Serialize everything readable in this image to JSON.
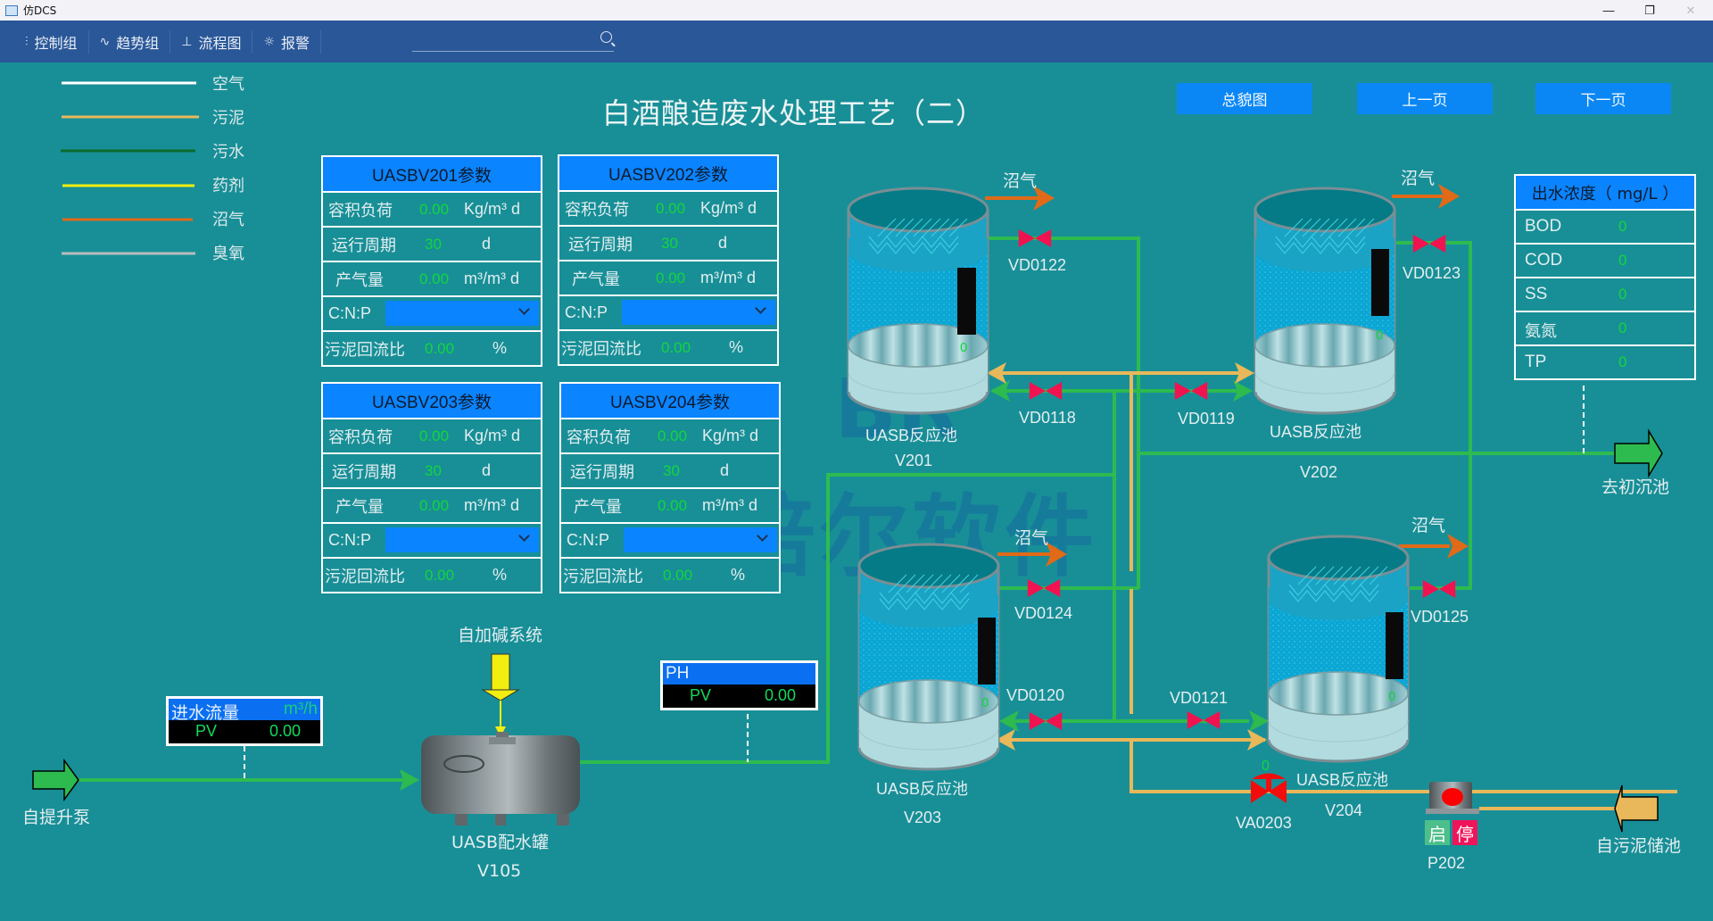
{
  "window": {
    "title": "仿DCS",
    "minimize": "—",
    "restore": "❐",
    "close": "✕"
  },
  "nav": {
    "items": [
      {
        "label": "控制组",
        "icon": "control-group-icon"
      },
      {
        "label": "趋势组",
        "icon": "trend-icon"
      },
      {
        "label": "流程图",
        "icon": "flowchart-icon"
      },
      {
        "label": "报警",
        "icon": "alarm-icon"
      }
    ],
    "search_value": "",
    "search_placeholder": ""
  },
  "legend": [
    {
      "label": "空气",
      "color": "#ffffff"
    },
    {
      "label": "污泥",
      "color": "#e8b85a"
    },
    {
      "label": "污水",
      "color": "#0b6b2a"
    },
    {
      "label": "药剂",
      "color": "#f2ee10"
    },
    {
      "label": "沼气",
      "color": "#e06a18"
    },
    {
      "label": "臭氧",
      "color": "#b9bcbc"
    }
  ],
  "page": {
    "title": "白酒酿造废水处理工艺（二）",
    "buttons": {
      "overview": "总貌图",
      "prev": "上一页",
      "next": "下一页"
    }
  },
  "param_labels": {
    "volume_load": "容积负荷",
    "cycle": "运行周期",
    "gas_yield": "产气量",
    "cnp": "C:N:P",
    "sludge_ratio": "污泥回流比",
    "unit_load": "Kg/m³ d",
    "unit_cycle": "d",
    "unit_gas": "m³/m³ d",
    "unit_ratio": "%"
  },
  "params": [
    {
      "title": "UASBV201参数",
      "volume_load": "0.00",
      "cycle": "30",
      "gas_yield": "0.00",
      "cnp": "",
      "sludge_ratio": "0.00"
    },
    {
      "title": "UASBV202参数",
      "volume_load": "0.00",
      "cycle": "30",
      "gas_yield": "0.00",
      "cnp": "",
      "sludge_ratio": "0.00"
    },
    {
      "title": "UASBV203参数",
      "volume_load": "0.00",
      "cycle": "30",
      "gas_yield": "0.00",
      "cnp": "",
      "sludge_ratio": "0.00"
    },
    {
      "title": "UASBV204参数",
      "volume_load": "0.00",
      "cycle": "30",
      "gas_yield": "0.00",
      "cnp": "",
      "sludge_ratio": "0.00"
    }
  ],
  "effluent": {
    "title": "出水浓度（ mg/L ）",
    "rows": [
      {
        "label": "BOD",
        "value": "0"
      },
      {
        "label": "COD",
        "value": "0"
      },
      {
        "label": "SS",
        "value": "0"
      },
      {
        "label": "氨氮",
        "value": "0"
      },
      {
        "label": "TP",
        "value": "0"
      }
    ]
  },
  "inflow": {
    "title": "进水流量",
    "unit": "m³/h",
    "pv_label": "PV",
    "pv": "0.00"
  },
  "ph": {
    "title": "PH",
    "pv_label": "PV",
    "pv": "0.00"
  },
  "reactors": [
    {
      "name": "UASB反应池",
      "tag": "V201",
      "level": "0"
    },
    {
      "name": "UASB反应池",
      "tag": "V202",
      "level": "0"
    },
    {
      "name": "UASB反应池",
      "tag": "V203",
      "level": "0"
    },
    {
      "name": "UASB反应池",
      "tag": "V204",
      "level": "0"
    }
  ],
  "mix_tank": {
    "name": "UASB配水罐",
    "tag": "V105"
  },
  "valves": {
    "vd0118": "VD0118",
    "vd0119": "VD0119",
    "vd0120": "VD0120",
    "vd0121": "VD0121",
    "vd0122": "VD0122",
    "vd0123": "VD0123",
    "vd0124": "VD0124",
    "vd0125": "VD0125",
    "va0203": "VA0203",
    "va0203_value": "0"
  },
  "labels": {
    "biogas": "沼气",
    "alkali": "自加碱系统",
    "from_pump": "自提升泵",
    "to_settler": "去初沉池",
    "from_sludge": "自污泥储池"
  },
  "pump": {
    "tag": "P202",
    "start": "启",
    "stop": "停",
    "start_color": "#4dbf8a",
    "stop_color": "#f0145a"
  },
  "watermark": {
    "logo": "BR",
    "text": "欧倍尔软件"
  },
  "colors": {
    "background": "#188f97",
    "nav": "#2a5797",
    "accent_blue": "#0a84ff",
    "value_green": "#13d63c",
    "water_pipe": "#2dbb4f",
    "sludge_pipe": "#e8b85a",
    "biogas_pipe": "#e06a18",
    "valve_red": "#f0134f"
  }
}
